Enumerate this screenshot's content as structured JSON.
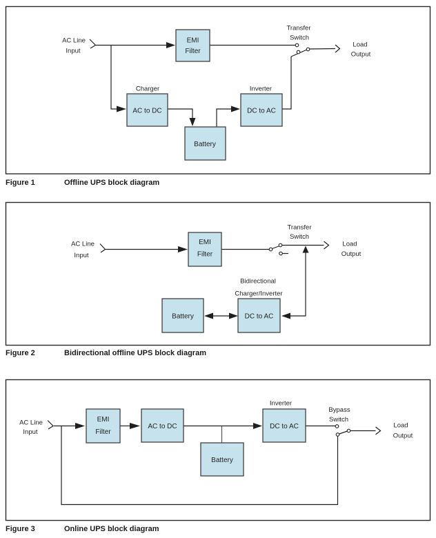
{
  "colors": {
    "box_fill": "#c6e2ec",
    "box_stroke": "#404040",
    "line": "#1f1f1f",
    "panel_border": "#2a2a2a",
    "text": "#232323"
  },
  "figures": [
    {
      "caption": {
        "label": "Figure 1",
        "title": "Offline UPS block diagram"
      },
      "labels": {
        "ac_line": [
          "AC Line",
          "Input"
        ],
        "transfer_switch": [
          "Transfer",
          "Switch"
        ],
        "load_output": [
          "Load",
          "Output"
        ],
        "charger": "Charger",
        "inverter": "Inverter"
      },
      "boxes": {
        "emi_filter": [
          "EMI",
          "Filter"
        ],
        "ac_to_dc": "AC to DC",
        "battery": "Battery",
        "dc_to_ac": "DC to AC"
      }
    },
    {
      "caption": {
        "label": "Figure 2",
        "title": "Bidirectional offline UPS block diagram"
      },
      "labels": {
        "ac_line": [
          "AC Line",
          "Input"
        ],
        "transfer_switch": [
          "Transfer",
          "Switch"
        ],
        "load_output": [
          "Load",
          "Output"
        ],
        "bidirectional_charger_inverter": [
          "Bidirectional",
          "Charger/Inverter"
        ]
      },
      "boxes": {
        "emi_filter": [
          "EMI",
          "Filter"
        ],
        "battery": "Battery",
        "dc_to_ac": "DC to AC"
      }
    },
    {
      "caption": {
        "label": "Figure 3",
        "title": "Online UPS block diagram"
      },
      "labels": {
        "ac_line": [
          "AC Line",
          "Input"
        ],
        "inverter": "Inverter",
        "bypass_switch": [
          "Bypass",
          "Switch"
        ],
        "load_output": [
          "Load",
          "Output"
        ]
      },
      "boxes": {
        "emi_filter": [
          "EMI",
          "Filter"
        ],
        "ac_to_dc": "AC to DC",
        "battery": "Battery",
        "dc_to_ac": "DC to AC"
      }
    }
  ]
}
